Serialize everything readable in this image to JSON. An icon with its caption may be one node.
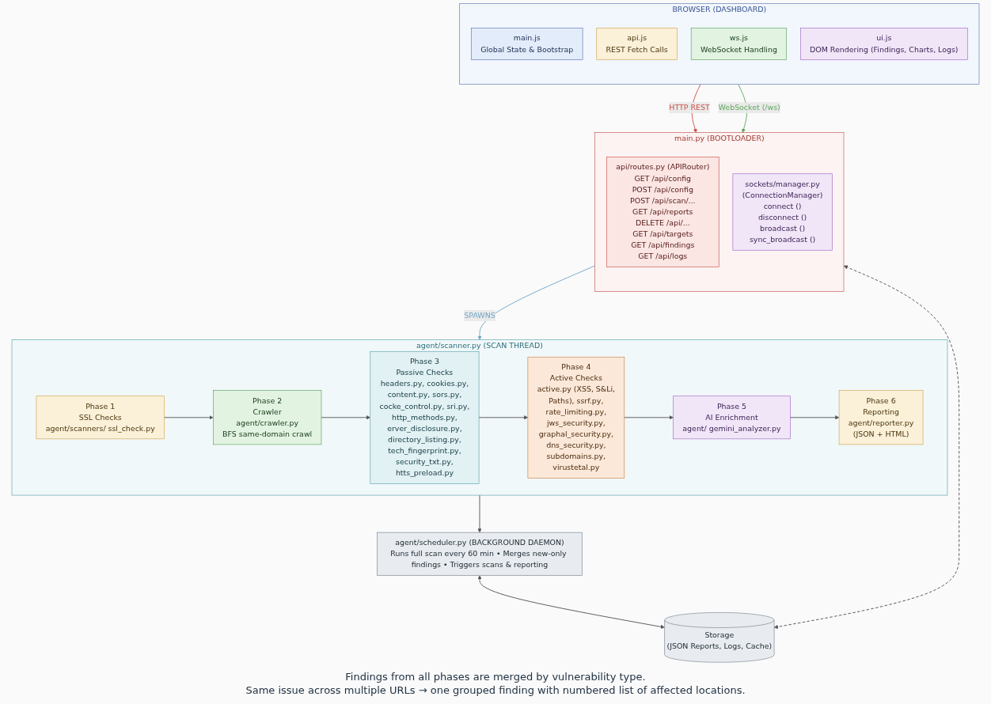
{
  "diagram": {
    "nodes": [
      {
        "text": [
          "BROWSER (DASHBOARD)"
        ]
      },
      {
        "text": [
          "main.js",
          "Global State & Bootstrap"
        ],
        "in": 0
      },
      {
        "text": [
          "api.js",
          "REST Fetch Calls"
        ],
        "in": 0
      },
      {
        "text": [
          "ws.js",
          "WebSocket Handling"
        ],
        "in": 0
      },
      {
        "text": [
          "ui.js",
          "DOM Rendering (Findings, Charts, Logs)"
        ],
        "in": 0
      },
      {
        "text": [
          "main.py (BOOTLOADER)"
        ]
      },
      {
        "text": [
          "api/routes.py (APIRouter)",
          "GET /api/config",
          "POST /api/config",
          "POST /api/scan/...",
          "GET /api/reports",
          "DELETE /api/...",
          "GET /api/targets",
          "GET /api/findings",
          "GET /api/logs"
        ],
        "in": 5
      },
      {
        "text": [
          "sockets/manager.py",
          "(ConnectionManager)",
          "connect ()",
          "disconnect ()",
          "broadcast ()",
          "sync_broadcast ()"
        ],
        "in": 5
      },
      {
        "text": [
          "agent/scanner.py (SCAN THREAD)"
        ]
      },
      {
        "text": [
          "Phase 1",
          "SSL Checks",
          "agent/scanners/ ssl_check.py"
        ],
        "in": 8
      },
      {
        "text": [
          "Phase 2",
          "Crawler",
          "agent/crawler.py",
          "BFS same-domain crawl"
        ],
        "in": 8
      },
      {
        "text": [
          "Phase 3",
          "Passive Checks",
          "headers.py, cookies.py,",
          "content.py, sors.py,",
          "cocke_control.py, sri.py,",
          "http_methods.py,",
          "erver_disclosure.py,",
          "directory_listing.py,",
          "tech_fingerprint.py,",
          "security_txt.py,",
          "htts_preload.py"
        ],
        "in": 8
      },
      {
        "text": [
          "Phase 4",
          "Active Checks",
          "active.py (XSS, S&Li,",
          "Paths), ssrf.py,",
          "rate_limiting.py,",
          "jws_security.py,",
          "graphal_security.py,",
          "dns_security.py,",
          "subdomains.py,",
          "virustetal.py"
        ],
        "in": 8
      },
      {
        "text": [
          "Phase 5",
          "AI Enrichment",
          "agent/ gemini_analyzer.py"
        ],
        "in": 8
      },
      {
        "text": [
          "Phase 6",
          "Reporting",
          "agent/reporter.py",
          "(JSON + HTML)"
        ],
        "in": 8
      },
      {
        "text": [
          "agent/scheduler.py (BACKGROUND DAEMON)",
          "Runs full scan every 60 min • Merges new-only findings • Triggers scans & reporting"
        ]
      },
      {
        "text": [
          "Storage",
          "(JSON Reports, Logs, Cache)"
        ]
      }
    ],
    "edges": [
      {
        "from": 0,
        "to": 5,
        "arrow": "to",
        "label": "HTTP REST",
        "color": "#d0524a"
      },
      {
        "from": 0,
        "to": 5,
        "arrow": "to",
        "label": "WebSocket (/ws)",
        "color": "#5fa85f"
      },
      {
        "from": 5,
        "to": 8,
        "arrow": "to",
        "label": "SPAWNS",
        "color": "#6fa8c8"
      },
      {
        "from": 9,
        "to": 10,
        "arrow": "to"
      },
      {
        "from": 10,
        "to": 11,
        "arrow": "to"
      },
      {
        "from": 11,
        "to": 12,
        "arrow": "to"
      },
      {
        "from": 12,
        "to": 13,
        "arrow": "to"
      },
      {
        "from": 13,
        "to": 14,
        "arrow": "to"
      },
      {
        "from": 8,
        "to": 15,
        "arrow": "to"
      },
      {
        "from": 15,
        "to": 16,
        "arrow": "both"
      },
      {
        "from": 5,
        "to": 16,
        "arrow": "both",
        "style": "dashed"
      }
    ],
    "labels": [
      "Findings from all phases are merged by vulnerability type.",
      "Same issue across multiple URLs → one grouped finding with numbered list of affected locations."
    ]
  }
}
